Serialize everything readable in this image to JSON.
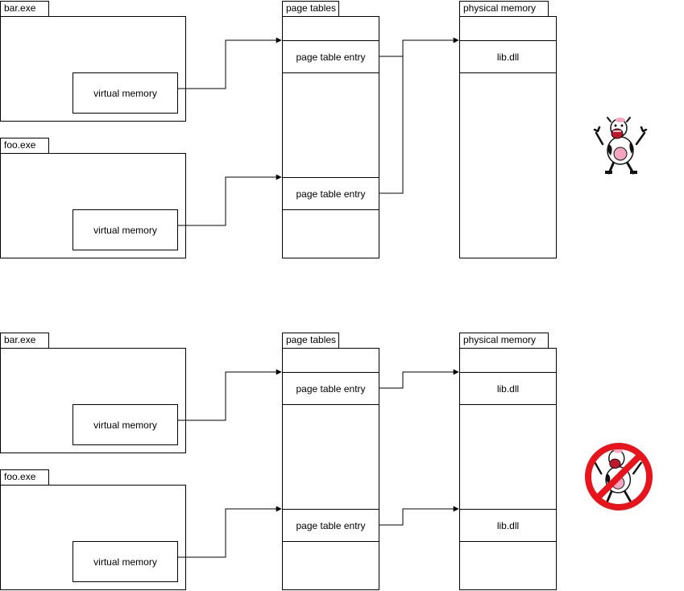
{
  "top": {
    "bar_tab": "bar.exe",
    "bar_vm": "virtual memory",
    "foo_tab": "foo.exe",
    "foo_vm": "virtual memory",
    "pt_tab": "page tables",
    "pt_entry_1": "page table entry",
    "pt_entry_2": "page table entry",
    "pm_tab": "physical memory",
    "pm_lib": "lib.dll"
  },
  "bottom": {
    "bar_tab": "bar.exe",
    "bar_vm": "virtual memory",
    "foo_tab": "foo.exe",
    "foo_vm": "virtual memory",
    "pt_tab": "page tables",
    "pt_entry_1": "page table entry",
    "pt_entry_2": "page table entry",
    "pm_tab": "physical memory",
    "pm_lib_1": "lib.dll",
    "pm_lib_2": "lib.dll"
  },
  "icons": {
    "top_icon": "cow-mascot-icon",
    "bottom_icon": "prohibited-cow-icon"
  },
  "colors": {
    "prohibit_red": "#e8141b",
    "cow_pink": "#f4a6c0",
    "cow_black": "#111111"
  }
}
